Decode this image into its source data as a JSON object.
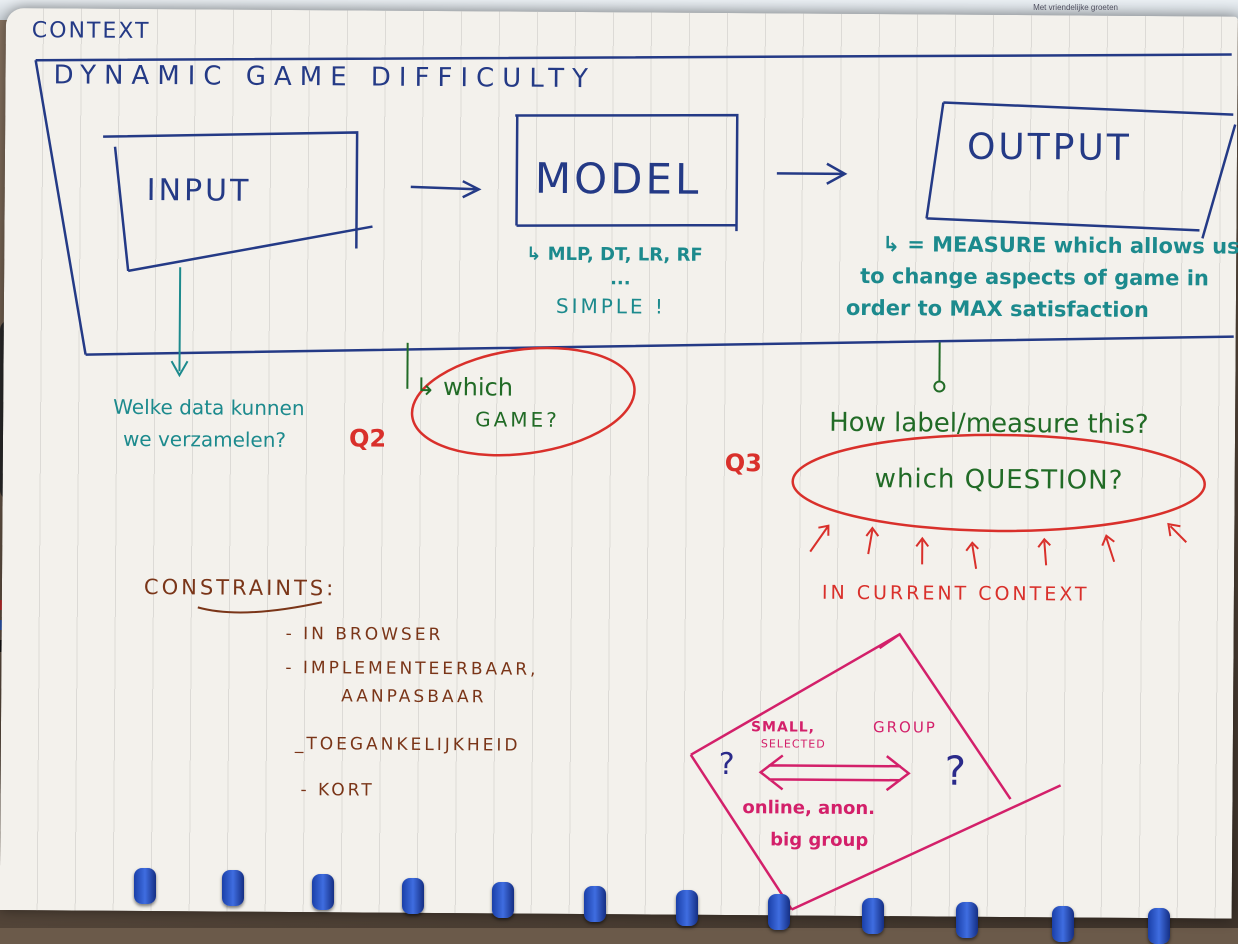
{
  "monitor": {
    "text": "Met vriendelijke groeten"
  },
  "page": {
    "context_label": "CONTEXT",
    "title": "DYNAMIC GAME DIFFICULTY",
    "input_label": "INPUT",
    "model_label": "MODEL",
    "output_label": "OUTPUT",
    "model_notes": {
      "line1": "↳ MLP, DT, LR, RF",
      "line2": "...",
      "line3": "SIMPLE !"
    },
    "output_notes": {
      "line1": "↳ = MEASURE which allows us",
      "line2": "to change aspects of game in",
      "line3": "order to MAX satisfaction"
    },
    "input_question": {
      "line1": "Welke data kunnen",
      "line2": "we verzamelen?"
    },
    "q2": {
      "marker": "Q2",
      "line1": "↳ which",
      "line2": "GAME?"
    },
    "q3": {
      "marker": "Q3",
      "heading": "How label/measure this?",
      "oval_text": "which QUESTION?",
      "context_note": "IN CURRENT CONTEXT"
    },
    "constraints": {
      "heading": "CONSTRAINTS:",
      "items": [
        "- IN BROWSER",
        "- IMPLEMENTEERBAAR,",
        "AANPASBAAR",
        "_TOEGANKELIJKHEID",
        "- KORT"
      ]
    },
    "group_box": {
      "top1": "SMALL,",
      "top2": "SELECTED",
      "top3": "GROUP",
      "left_mark": "?",
      "right_mark": "?",
      "bottom1": "online, anon.",
      "bottom2": "big group"
    }
  },
  "colors": {
    "blue_ink": "#243a86",
    "teal_ink": "#1c8a8d",
    "green_ink": "#216b26",
    "red_ink": "#d9302b",
    "brown_ink": "#7a3518",
    "magenta_ink": "#d3206a",
    "binder_ring": "#2f5bd0"
  }
}
